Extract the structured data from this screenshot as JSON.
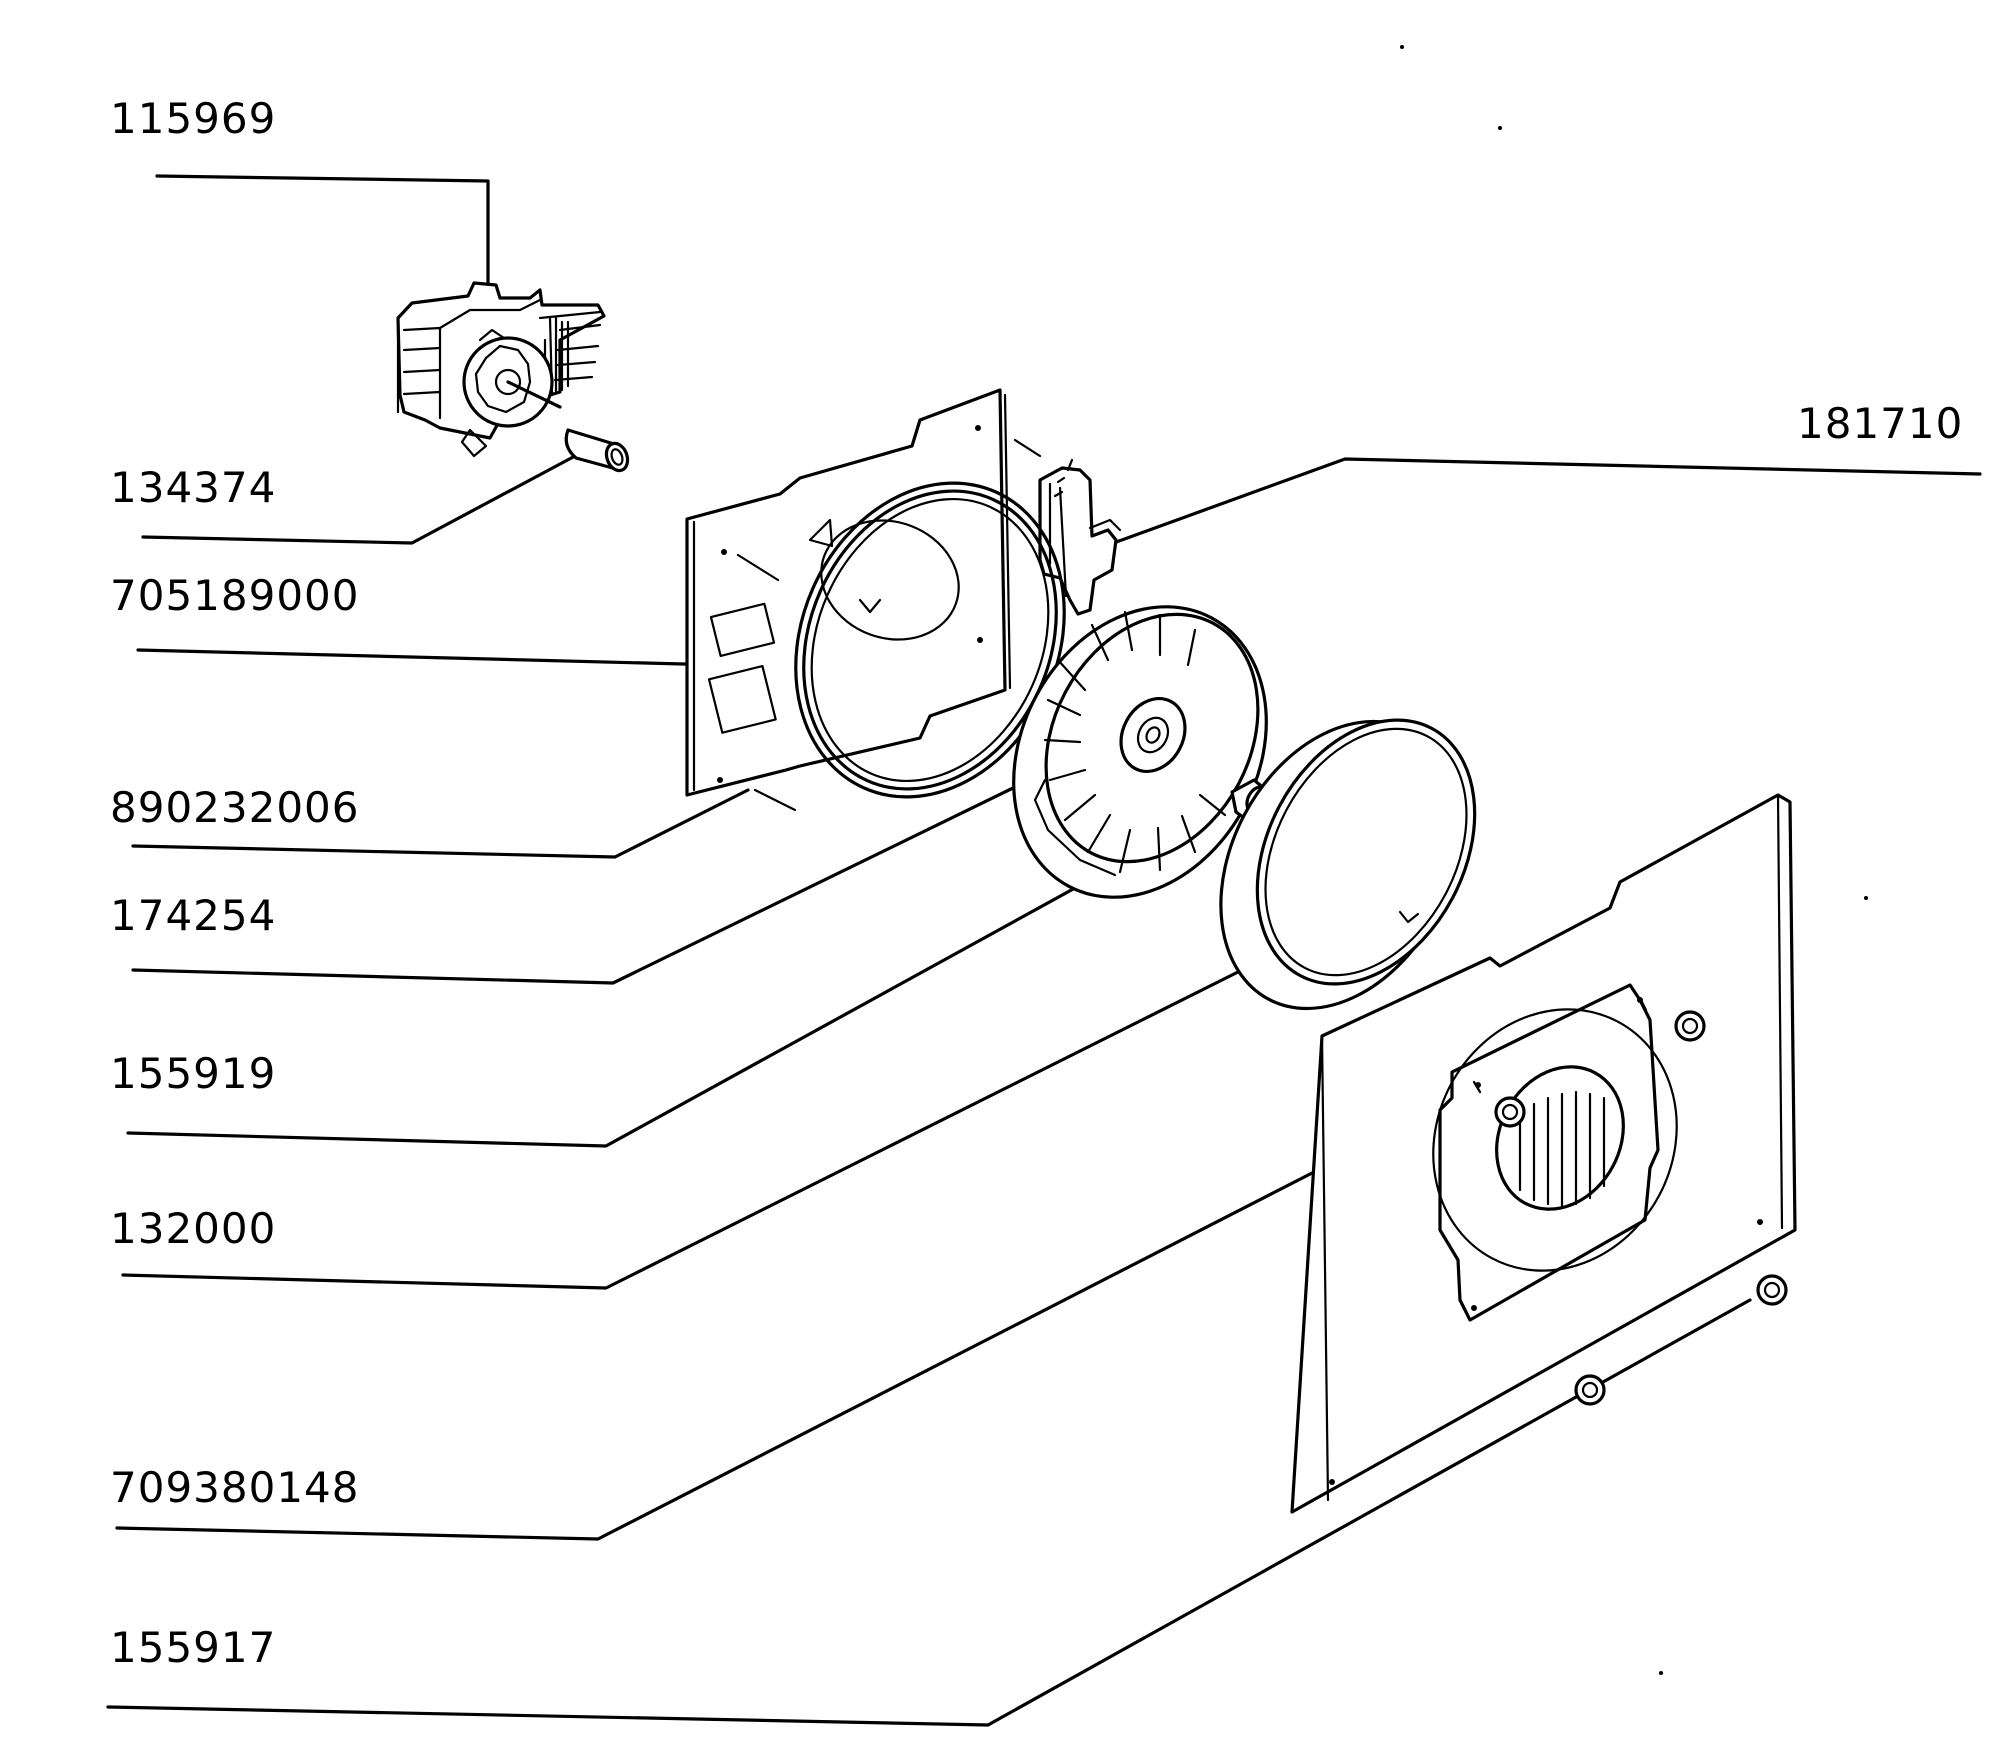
{
  "diagram": {
    "parts": [
      {
        "id": "motor",
        "label": "115969"
      },
      {
        "id": "bushing",
        "label": "134374"
      },
      {
        "id": "rear-plate",
        "label": "705189000"
      },
      {
        "id": "gasket",
        "label": "890232006"
      },
      {
        "id": "fan-wheel",
        "label": "174254"
      },
      {
        "id": "fan-nut",
        "label": "155919"
      },
      {
        "id": "element-ring",
        "label": "132000"
      },
      {
        "id": "cover-plate",
        "label": "709380148"
      },
      {
        "id": "screws",
        "label": "155917"
      },
      {
        "id": "terminal",
        "label": "181710"
      }
    ]
  }
}
